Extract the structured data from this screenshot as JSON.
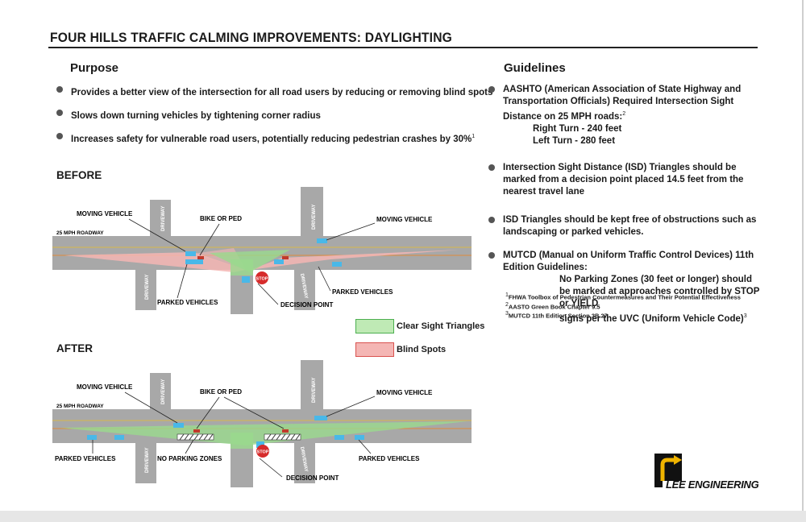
{
  "title": "FOUR HILLS TRAFFIC CALMING IMPROVEMENTS: DAYLIGHTING",
  "purpose": {
    "heading": "Purpose",
    "bullets": [
      {
        "text": "Provides a better view of the intersection for all road users by reducing or removing blind spots",
        "sup": ""
      },
      {
        "text": "Slows down turning vehicles by tightening corner radius",
        "sup": ""
      },
      {
        "text": "Increases safety for vulnerable road users, potentially reducing pedestrian crashes by 30%",
        "sup": "1"
      }
    ]
  },
  "guidelines": {
    "heading": "Guidelines",
    "b1_text": "AASHTO (American Association of State Highway and Transportation Officials) Required Intersection Sight Distance on 25 MPH roads:",
    "b1_sup": "2",
    "right_turn": "Right Turn - 240 feet",
    "left_turn": "Left Turn - 280 feet",
    "b2_text": "Intersection Sight Distance (ISD) Triangles should be marked from a decision point placed 14.5 feet from the nearest travel lane",
    "b3_text": "ISD Triangles should be kept free of obstructions such as landscaping or parked vehicles.",
    "b4_text": "MUTCD (Manual on Uniform Traffic Control Devices) 11th Edition Guidelines:",
    "b4_line1": "No Parking Zones (30 feet or longer) should",
    "b4_line2": "be marked at approaches controlled by STOP or YIELD",
    "b4_line3": "signs per the UVC (Uniform Vehicle Code)",
    "b4_sup": "3"
  },
  "footnotes": [
    {
      "num": "1",
      "text": "FHWA Toolbox of Pedestrian Countermeasures and Their Potential Effectiveness"
    },
    {
      "num": "2",
      "text": "AASTO Green Book Chapter 9.5"
    },
    {
      "num": "3",
      "text": "MUTCD 11th Edition Section 3B.27"
    }
  ],
  "legend": {
    "clear": "Clear Sight Triangles",
    "blind": "Blind Spots",
    "clear_color": "#bfeab5",
    "blind_color": "#f4b6b4"
  },
  "before": {
    "label": "BEFORE",
    "moving_left": "MOVING VEHICLE",
    "moving_right": "MOVING VEHICLE",
    "bike": "BIKE OR PED",
    "roadway": "25 MPH ROADWAY",
    "parked_left": "PARKED VEHICLES",
    "parked_right": "PARKED VEHICLES",
    "decision": "DECISION POINT",
    "driveway": "DRIVEWAY",
    "stop": "STOP"
  },
  "after": {
    "label": "AFTER",
    "moving_left": "MOVING VEHICLE",
    "moving_right": "MOVING VEHICLE",
    "bike": "BIKE OR PED",
    "roadway": "25 MPH ROADWAY",
    "parked_left": "PARKED VEHICLES",
    "parked_right": "PARKED VEHICLES",
    "no_parking": "NO PARKING ZONES",
    "decision": "DECISION POINT",
    "driveway": "DRIVEWAY",
    "stop": "STOP"
  },
  "logo": {
    "text": "LEE ENGINEERING"
  },
  "colors": {
    "vehicle": "#49b8e8",
    "bike": "#c0392b",
    "road": "#a8a8a8",
    "stop": "#d62b2b"
  }
}
